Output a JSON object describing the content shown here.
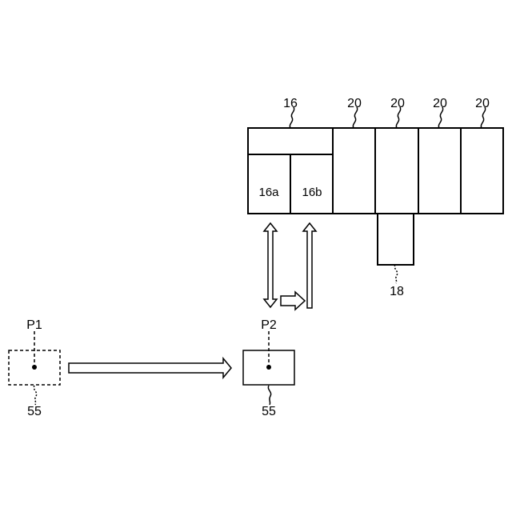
{
  "labels": {
    "unit_16": "16",
    "sub_16a": "16a",
    "sub_16b": "16b",
    "unit_20_1": "20",
    "unit_20_2": "20",
    "unit_20_3": "20",
    "unit_20_4": "20",
    "unit_18": "18",
    "point_p1": "P1",
    "point_p2": "P2",
    "object_55_left": "55",
    "object_55_right": "55"
  }
}
